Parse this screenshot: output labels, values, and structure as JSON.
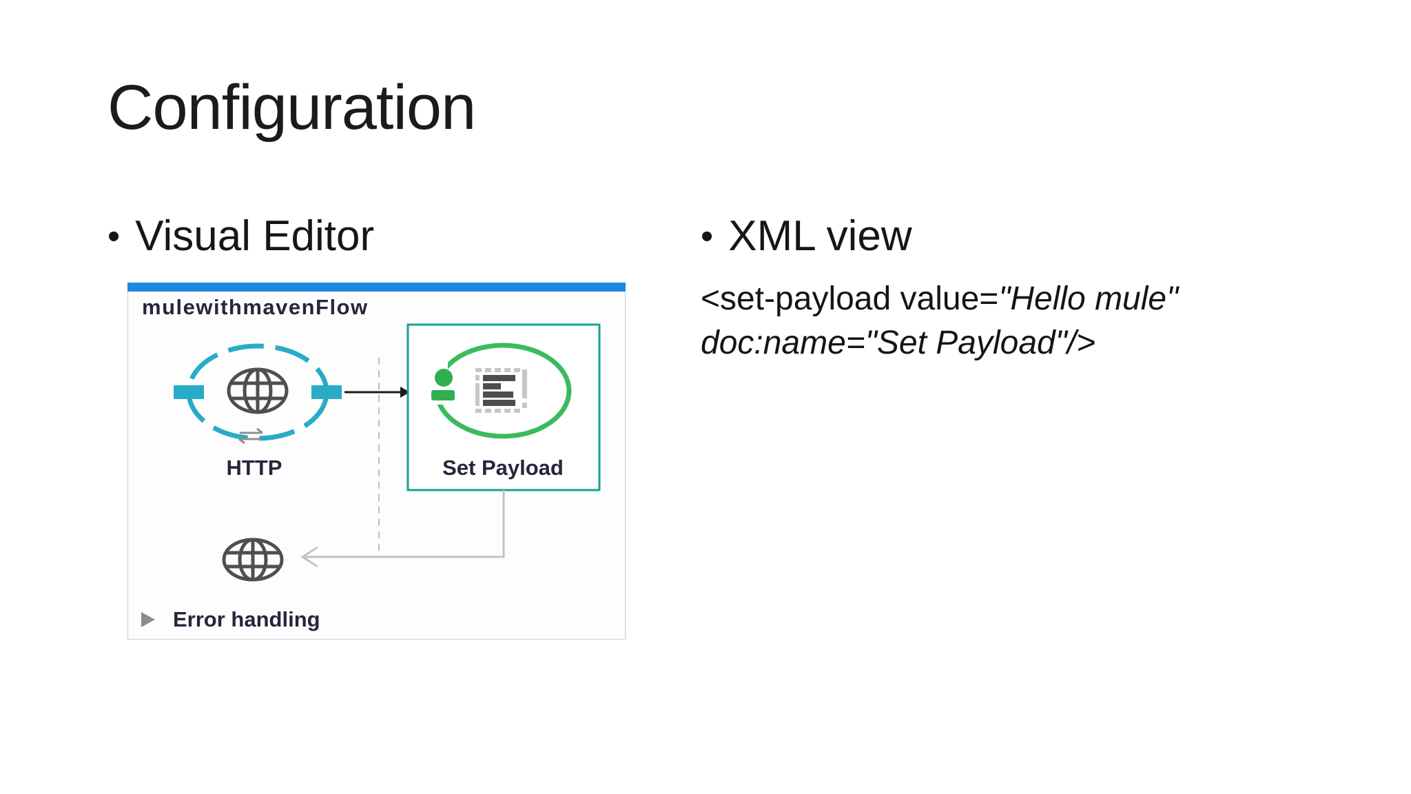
{
  "slide": {
    "title": "Configuration"
  },
  "left_section": {
    "bullet": "•",
    "heading": "Visual Editor"
  },
  "right_section": {
    "bullet": "•",
    "heading": "XML view",
    "xml_code": {
      "line1_plain": "<set-payload value=",
      "line1_italic": "\"Hello mule\"",
      "line2_italic": "doc:name=\"Set Payload\"/>"
    }
  },
  "flow_editor": {
    "flow_name": "mulewithmavenFlow",
    "http_label": "HTTP",
    "set_payload_label": "Set Payload",
    "error_handling_label": "Error handling",
    "colors": {
      "flow_header_blue": "#1e87df",
      "http_cyan": "#29abc8",
      "payload_green": "#3cba5e",
      "selection_teal": "#14a392",
      "label_dark": "#26263c",
      "canvas_border_gray": "#c9ced3"
    }
  }
}
